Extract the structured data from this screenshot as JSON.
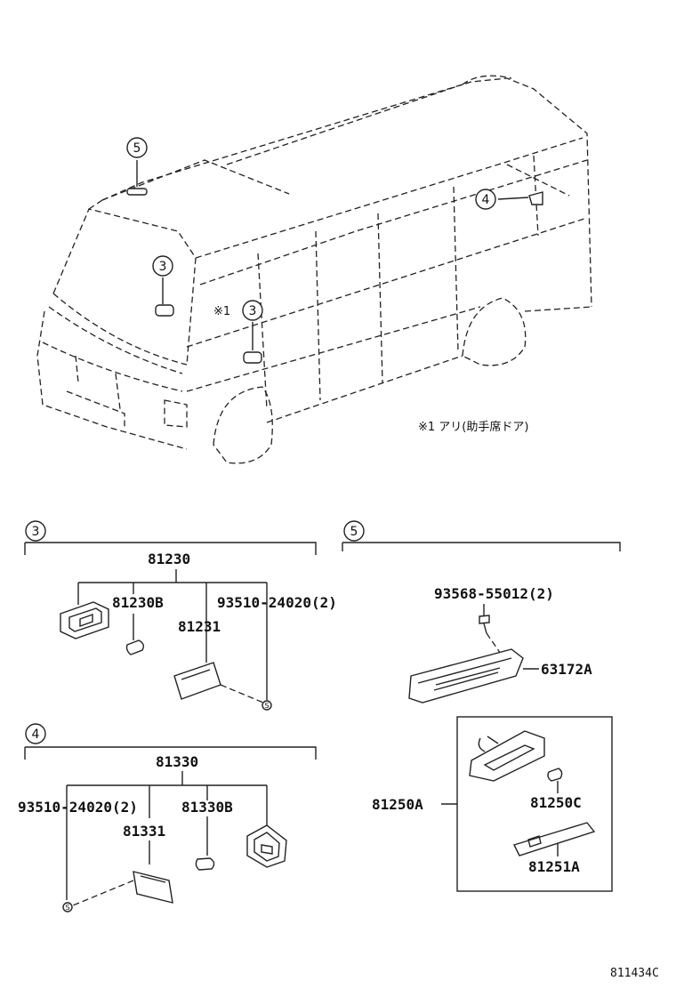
{
  "callouts": {
    "c3": "3",
    "c4": "4",
    "c5": "5",
    "c3b": "3"
  },
  "van": {
    "note_mark": "※1",
    "note_text": "※1 アリ(助手席ドア)"
  },
  "section3": {
    "num": "3",
    "assembly": "81230",
    "housing": "81230B",
    "screw": "93510-24020(2)",
    "lens": "81231",
    "screw_mark": "S"
  },
  "section4": {
    "num": "4",
    "assembly": "81330",
    "screw": "93510-24020(2)",
    "housing": "81330B",
    "lens": "81331",
    "screw_mark": "S"
  },
  "section5": {
    "num": "5",
    "bolt": "93568-55012(2)",
    "cover": "63172A",
    "assembly": "81250A",
    "bulb": "81250C",
    "lens": "81251A"
  },
  "footer": {
    "illustration_code": "811434C"
  }
}
